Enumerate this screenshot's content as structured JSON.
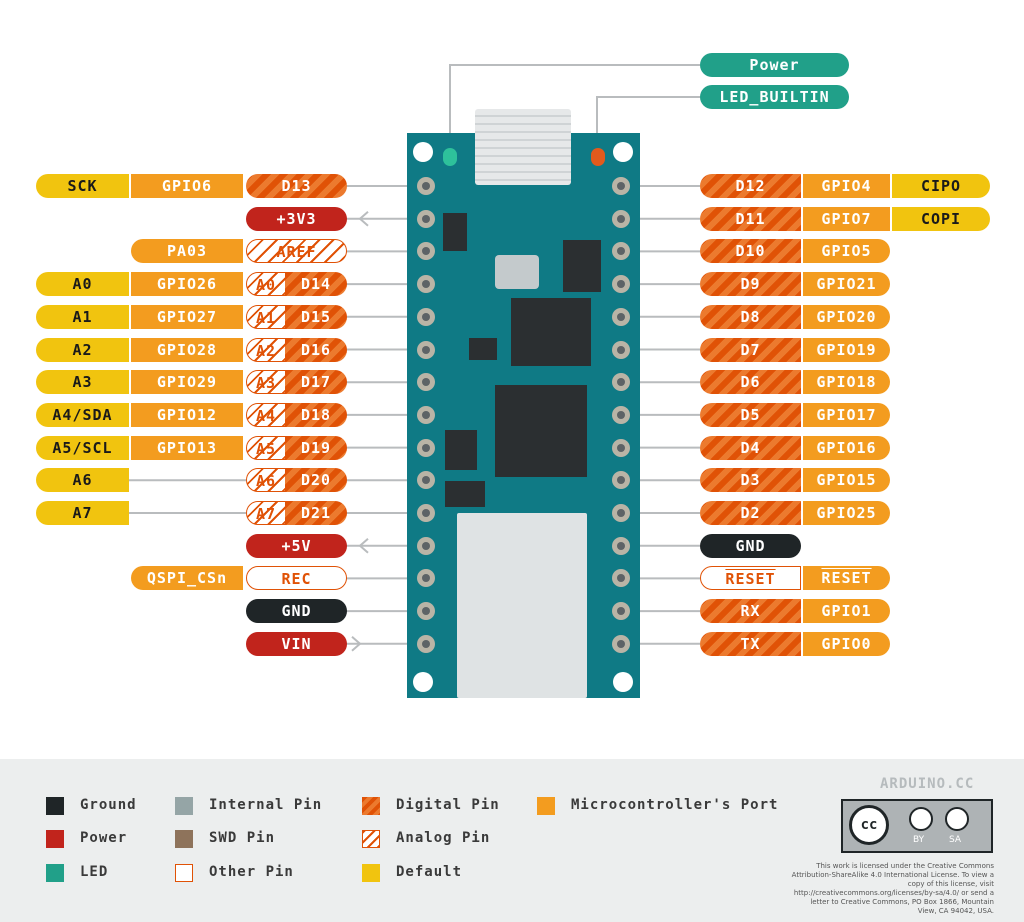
{
  "top_labels": {
    "power": "Power",
    "led_builtin": "LED_BUILTIN"
  },
  "left_pins": [
    {
      "default": "SCK",
      "port": "GPIO6",
      "main": "D13",
      "main_type": "digital"
    },
    {
      "main": "+3V3",
      "main_type": "power"
    },
    {
      "port": "PA03",
      "main": "AREF",
      "main_type": "analog"
    },
    {
      "default": "A0",
      "port": "GPIO26",
      "analog": "A0",
      "main": "D14",
      "main_type": "digital"
    },
    {
      "default": "A1",
      "port": "GPIO27",
      "analog": "A1",
      "main": "D15",
      "main_type": "digital"
    },
    {
      "default": "A2",
      "port": "GPIO28",
      "analog": "A2",
      "main": "D16",
      "main_type": "digital"
    },
    {
      "default": "A3",
      "port": "GPIO29",
      "analog": "A3",
      "main": "D17",
      "main_type": "digital"
    },
    {
      "default": "A4/SDA",
      "port": "GPIO12",
      "analog": "A4",
      "main": "D18",
      "main_type": "digital"
    },
    {
      "default": "A5/SCL",
      "port": "GPIO13",
      "analog": "A5",
      "main": "D19",
      "main_type": "digital"
    },
    {
      "default": "A6",
      "analog": "A6",
      "main": "D20",
      "main_type": "digital"
    },
    {
      "default": "A7",
      "analog": "A7",
      "main": "D21",
      "main_type": "digital"
    },
    {
      "main": "+5V",
      "main_type": "power"
    },
    {
      "port": "QSPI_CSn",
      "main": "REC",
      "main_type": "other"
    },
    {
      "main": "GND",
      "main_type": "ground"
    },
    {
      "main": "VIN",
      "main_type": "power"
    }
  ],
  "right_pins": [
    {
      "main": "D12",
      "main_type": "digital",
      "port": "GPIO4",
      "default": "CIPO"
    },
    {
      "main": "D11",
      "main_type": "digital",
      "port": "GPIO7",
      "default": "COPI"
    },
    {
      "main": "D10",
      "main_type": "digital",
      "port": "GPIO5"
    },
    {
      "main": "D9",
      "main_type": "digital",
      "port": "GPIO21"
    },
    {
      "main": "D8",
      "main_type": "digital",
      "port": "GPIO20"
    },
    {
      "main": "D7",
      "main_type": "digital",
      "port": "GPIO19"
    },
    {
      "main": "D6",
      "main_type": "digital",
      "port": "GPIO18"
    },
    {
      "main": "D5",
      "main_type": "digital",
      "port": "GPIO17"
    },
    {
      "main": "D4",
      "main_type": "digital",
      "port": "GPIO16"
    },
    {
      "main": "D3",
      "main_type": "digital",
      "port": "GPIO15"
    },
    {
      "main": "D2",
      "main_type": "digital",
      "port": "GPIO25"
    },
    {
      "main": "GND",
      "main_type": "ground"
    },
    {
      "main": "RESET",
      "main_type": "other",
      "port": "RESET",
      "overline": true
    },
    {
      "main": "RX",
      "main_type": "digital",
      "port": "GPIO1"
    },
    {
      "main": "TX",
      "main_type": "digital",
      "port": "GPIO0"
    }
  ],
  "legend": [
    {
      "label": "Ground",
      "type": "ground"
    },
    {
      "label": "Power",
      "type": "power"
    },
    {
      "label": "LED",
      "type": "led"
    },
    {
      "label": "Internal Pin",
      "type": "internal"
    },
    {
      "label": "SWD Pin",
      "type": "swd"
    },
    {
      "label": "Other Pin",
      "type": "other"
    },
    {
      "label": "Digital Pin",
      "type": "digital"
    },
    {
      "label": "Analog Pin",
      "type": "analog"
    },
    {
      "label": "Default",
      "type": "default"
    },
    {
      "label": "Microcontroller's Port",
      "type": "port"
    }
  ],
  "brand": "ARDUINO.CC",
  "cc_badge": {
    "by": "BY",
    "sa": "SA"
  },
  "license_text": "This work is licensed under the Creative Commons Attribution-ShareAlike 4.0 International License. To view a copy of this license, visit http://creativecommons.org/licenses/by-sa/4.0/ or send a letter to Creative Commons, PO Box 1866, Mountain View, CA 94042, USA.",
  "colors": {
    "board": "#0f7a85",
    "digital": "#e05206",
    "port": "#f39c1f",
    "default": "#f1c40f",
    "power": "#c1241c",
    "ground": "#1f2527",
    "led": "#21a089",
    "internal": "#95a5a6",
    "swd": "#8e735b"
  }
}
